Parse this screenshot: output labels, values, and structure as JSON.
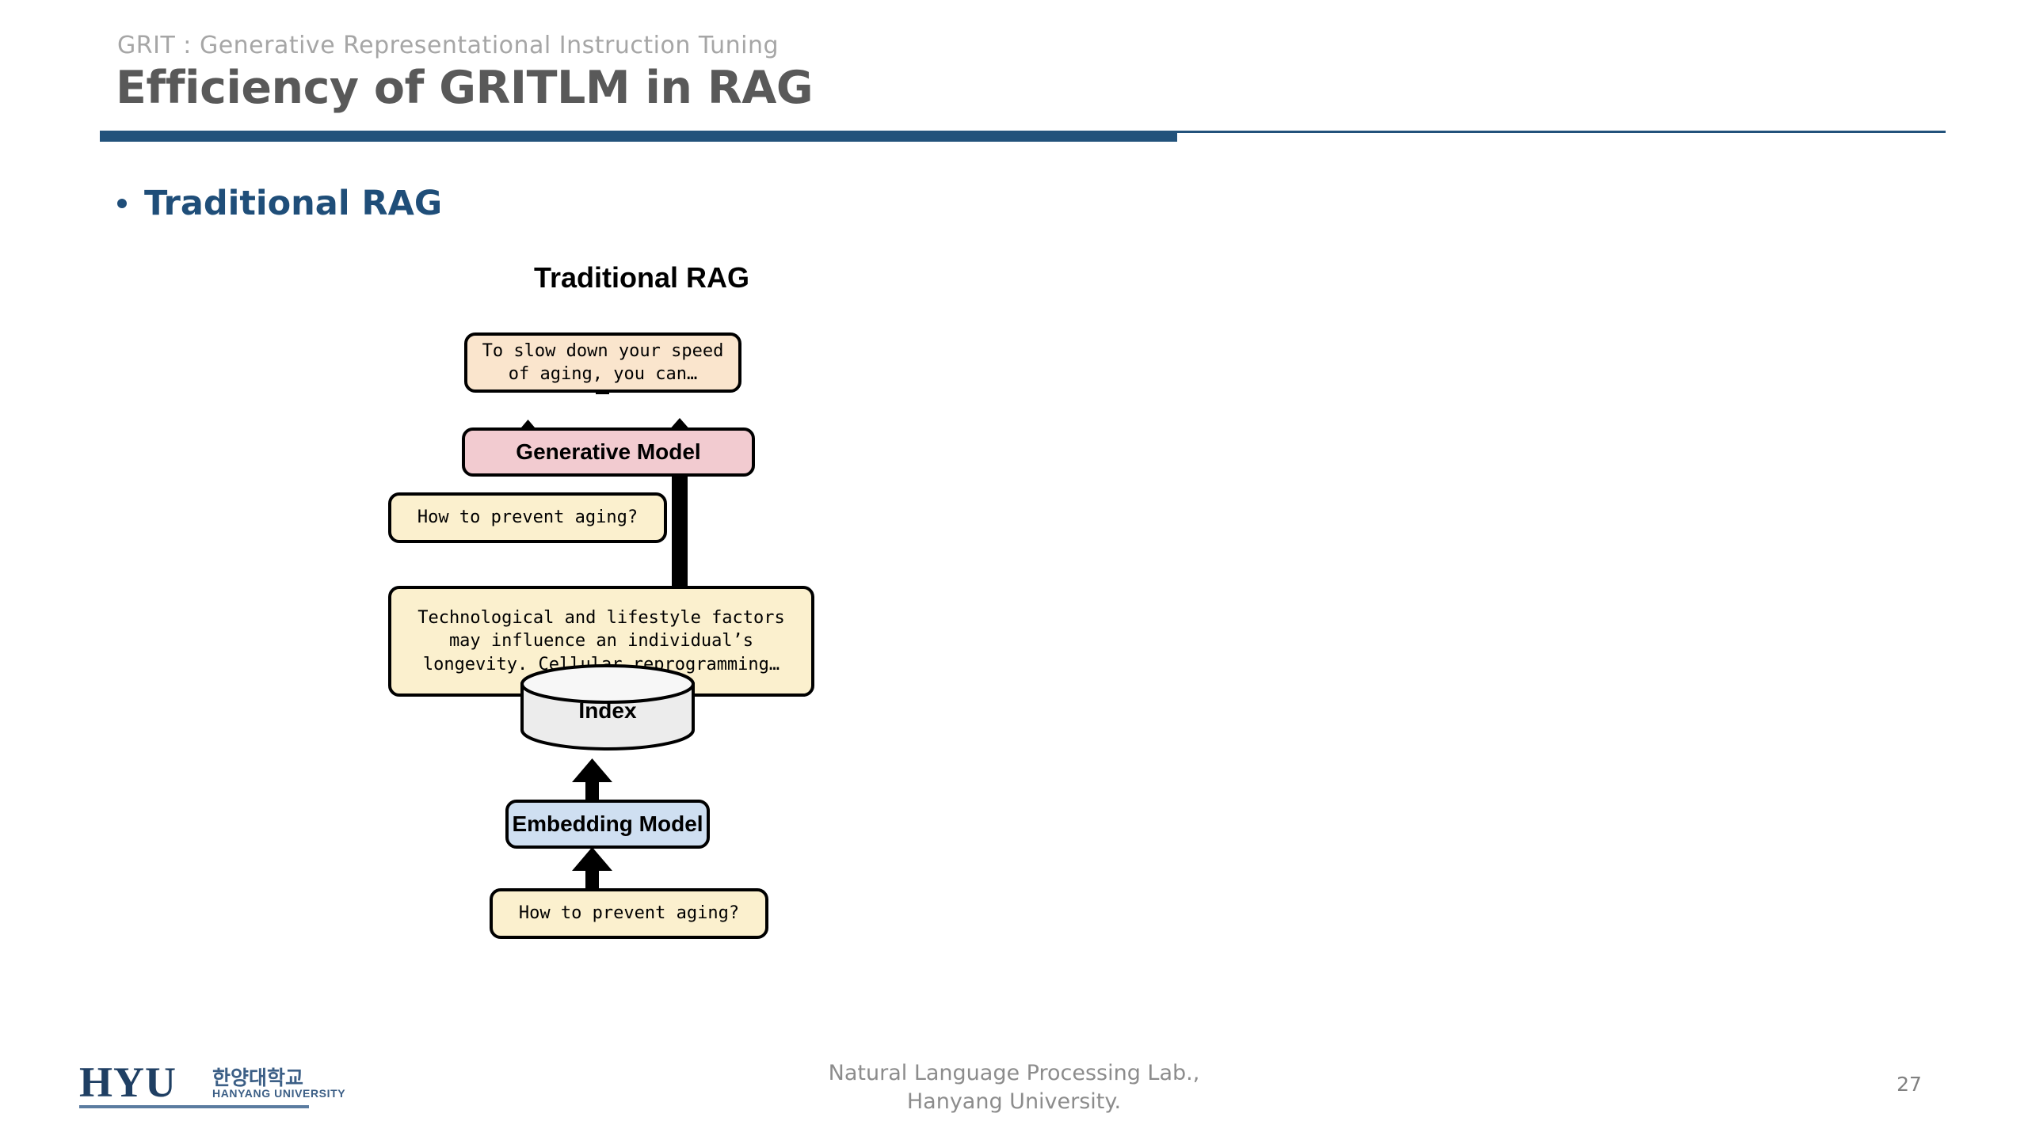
{
  "header": {
    "eyebrow": "GRIT : Generative Representational Instruction Tuning",
    "title": "Efficiency of GRITLM in RAG",
    "rule_color_primary": "#22527b"
  },
  "body": {
    "bullet": "Traditional RAG"
  },
  "diagram": {
    "title": "Traditional RAG",
    "nodes": {
      "answer": {
        "label": "To slow down your speed\nof aging, you can…",
        "fill": "#fae5cd"
      },
      "generative_model": {
        "label": "Generative Model",
        "fill": "#f2cbd0"
      },
      "query_top": {
        "label": "How to prevent aging?",
        "fill": "#fbf0ce"
      },
      "context": {
        "label": "Technological and lifestyle factors\nmay influence an individual’s\nlongevity. Cellular reprogramming…",
        "fill": "#fbf0ce"
      },
      "index": {
        "label": "Index",
        "fill": "#ececec"
      },
      "embedding_model": {
        "label": "Embedding Model",
        "fill": "#cfdff1"
      },
      "query_bottom": {
        "label": "How to prevent aging?",
        "fill": "#fbf0ce"
      }
    },
    "edges": [
      {
        "from": "generative_model",
        "to": "answer"
      },
      {
        "from": "query_top",
        "to": "generative_model"
      },
      {
        "from": "context",
        "to": "generative_model"
      },
      {
        "from": "index",
        "to": "context"
      },
      {
        "from": "embedding_model",
        "to": "index"
      },
      {
        "from": "query_bottom",
        "to": "embedding_model"
      }
    ]
  },
  "footer": {
    "affiliation": "Natural Language Processing Lab.,\nHanyang University.",
    "page_number": "27"
  },
  "logo": {
    "mark": "HYU",
    "korean": "한양대학교",
    "english": "HANYANG UNIVERSITY"
  }
}
